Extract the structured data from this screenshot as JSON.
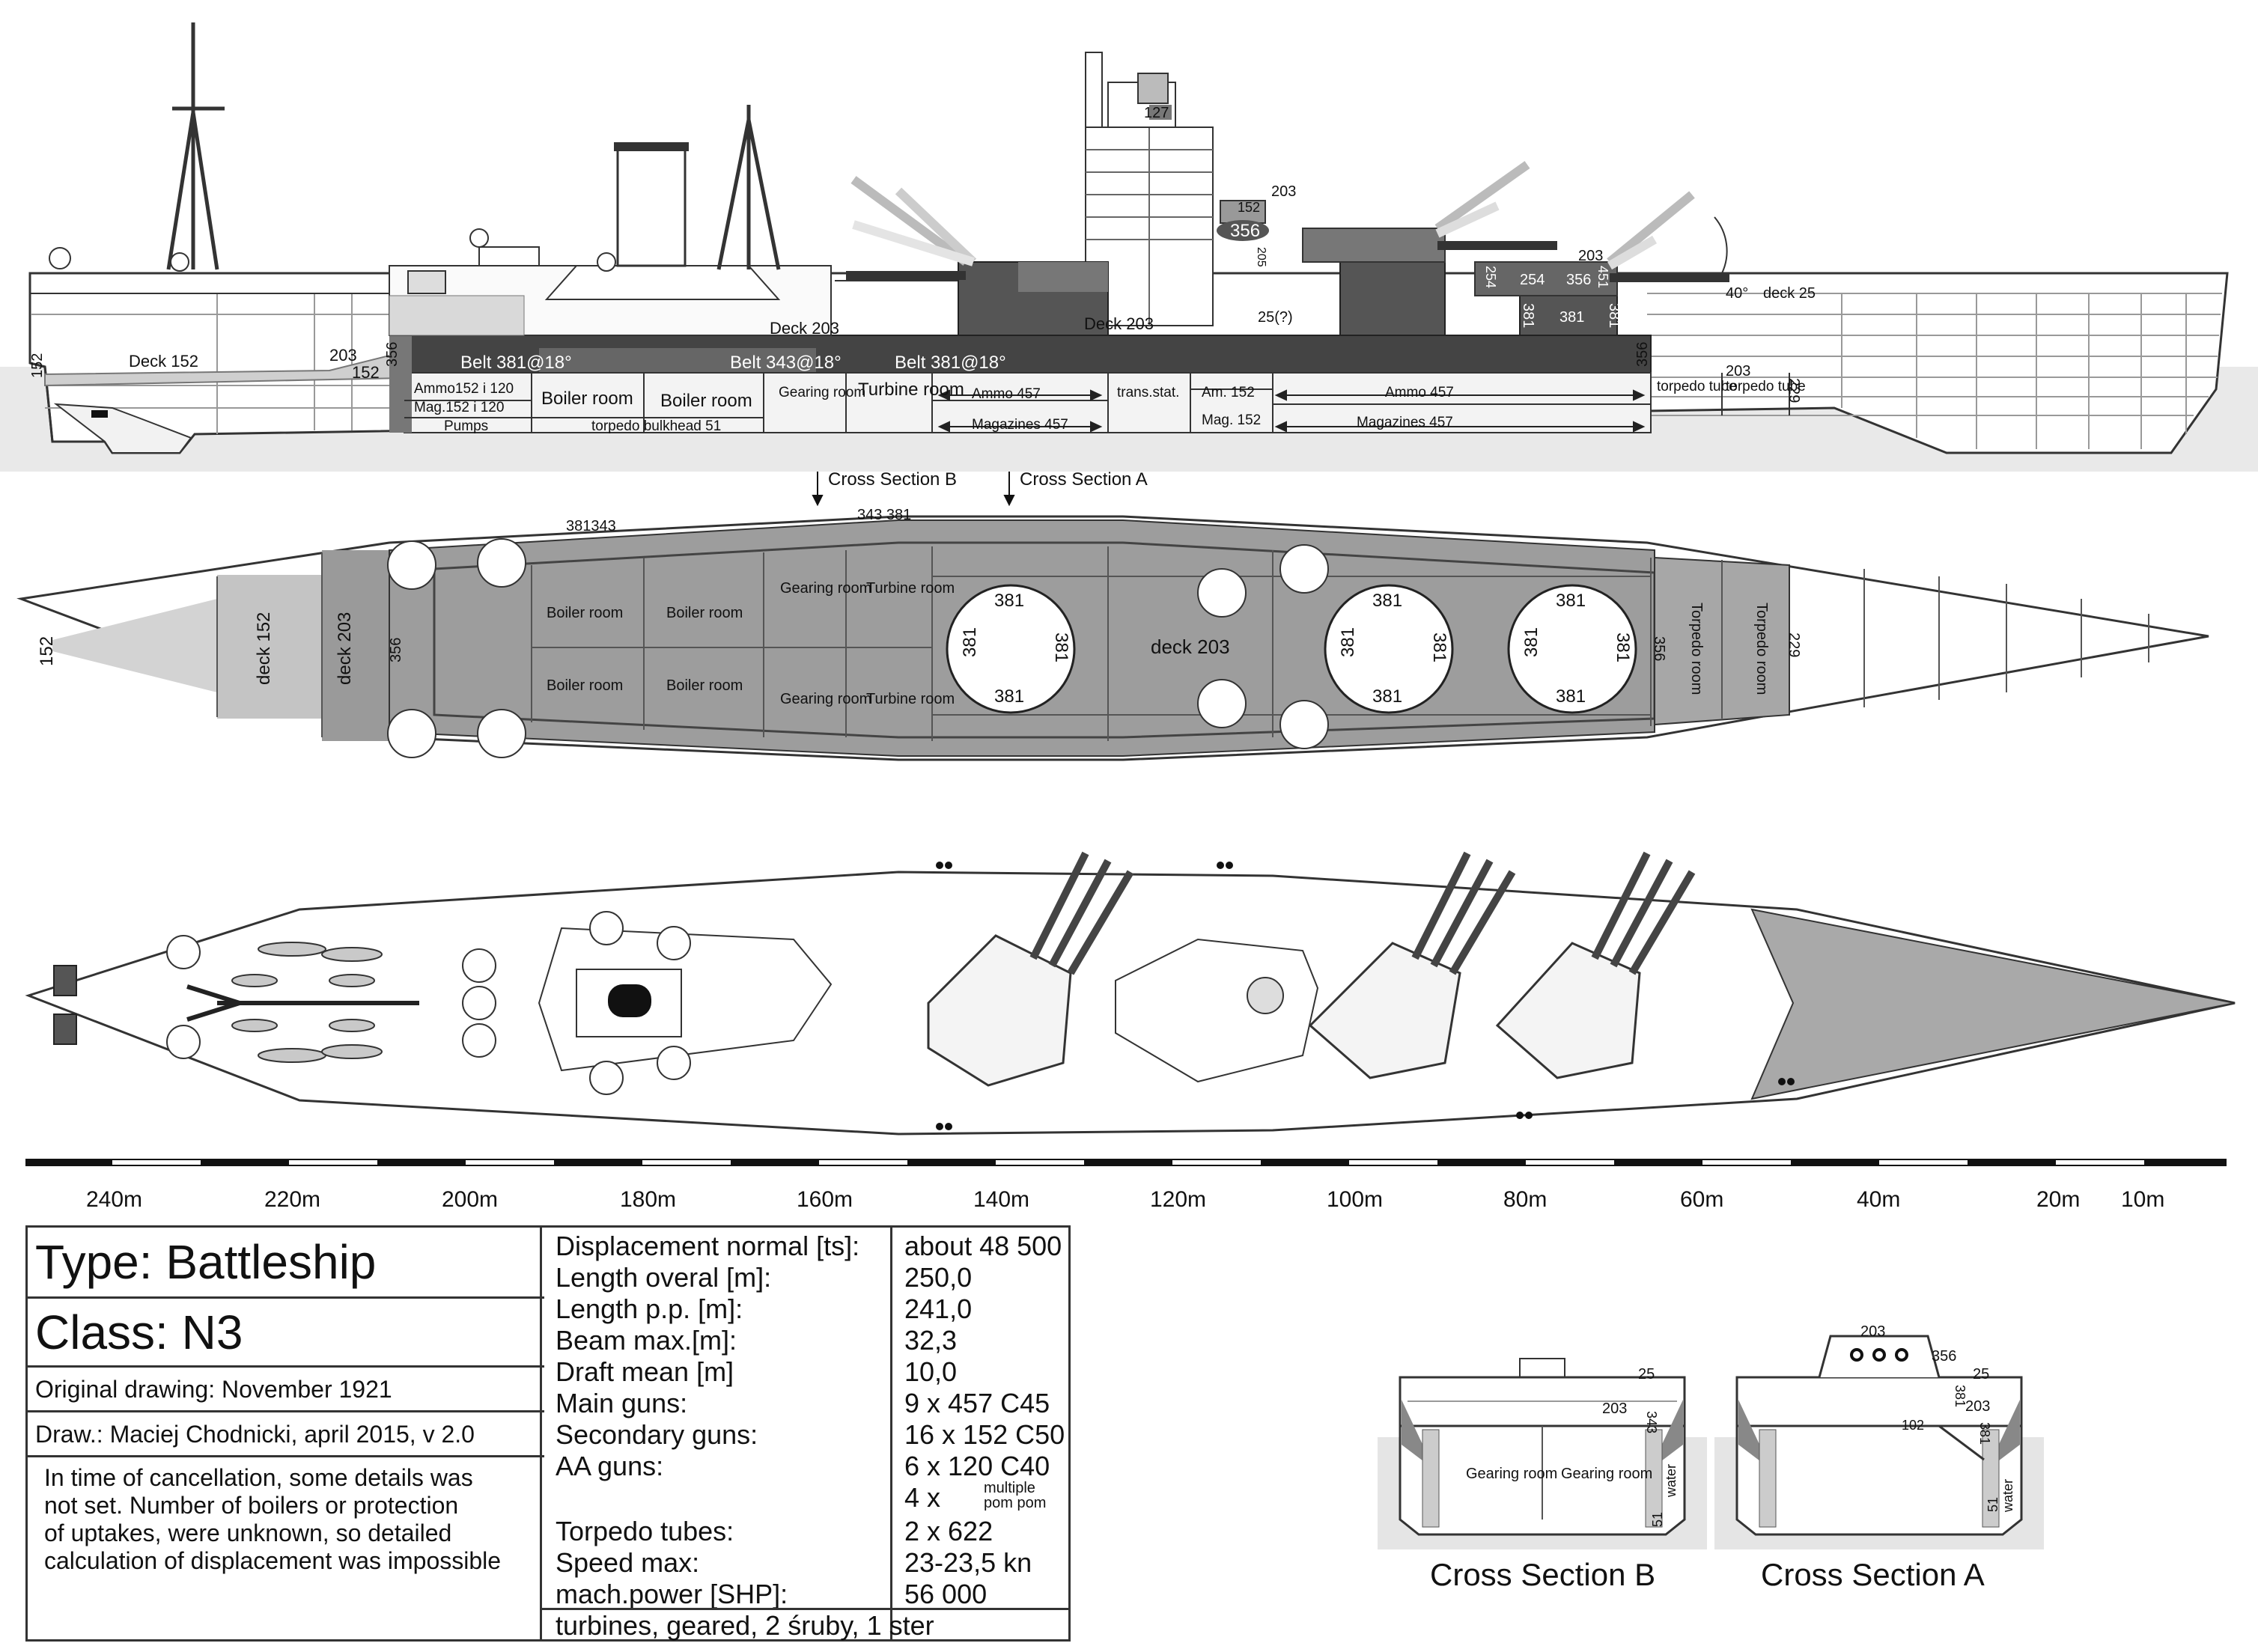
{
  "profile": {
    "belts": [
      "Belt 381@18°",
      "Belt 343@18°",
      "Belt 381@18°"
    ],
    "deck_labels": [
      "Deck 152",
      "Deck 203",
      "Deck 203",
      "deck 25"
    ],
    "armor_numbers": [
      "152",
      "203",
      "152",
      "356",
      "356",
      "127",
      "152",
      "356",
      "203",
      "205",
      "254",
      "254",
      "356",
      "451",
      "203",
      "381",
      "381",
      "381",
      "25(?)",
      "203",
      "229"
    ],
    "compartments": [
      "Ammo152 i 120",
      "Mag.152 i 120",
      "Pumps",
      "Boiler room",
      "Boiler room",
      "torpedo bulkhead 51",
      "Gearing room",
      "Turbine room",
      "Ammo 457",
      "Magazines  457",
      "trans.stat.",
      "Am. 152",
      "Mag. 152",
      "Ammo 457",
      "Magazines 457",
      "torpedo tube",
      "torpedo tube"
    ],
    "elevation": "40°",
    "cross_section_b": "Cross Section B",
    "cross_section_a": "Cross Section A"
  },
  "plan": {
    "armor_top": [
      "381343",
      "343 381"
    ],
    "labels": [
      "152",
      "deck 152",
      "deck 203",
      "356",
      "Boiler room",
      "Boiler room",
      "Boiler room",
      "Boiler room",
      "Gearing room",
      "Gearing room",
      "Turbine room",
      "Turbine room",
      "deck 203",
      "356",
      "Torpedo room",
      "Torpedo room",
      "229"
    ],
    "turret_armor": "381"
  },
  "scale": {
    "labels": [
      "240m",
      "220m",
      "200m",
      "180m",
      "160m",
      "140m",
      "120m",
      "100m",
      "80m",
      "60m",
      "40m",
      "20m",
      "10m"
    ]
  },
  "info": {
    "type": "Type: Battleship",
    "class": "Class: N3",
    "original": "Original drawing: November 1921",
    "draw": "Draw.: Maciej Chodnicki, april 2015, v 2.0",
    "note": [
      "In time of cancellation, some details was",
      "not set. Number of boilers or protection",
      "of uptakes, were unknown, so detailed",
      "calculation of displacement was impossible"
    ]
  },
  "specs": [
    {
      "k": "Displacement normal [ts]:",
      "v": "about 48 500"
    },
    {
      "k": "Length overal [m]:",
      "v": "250,0"
    },
    {
      "k": "Length  p.p. [m]:",
      "v": "241,0"
    },
    {
      "k": "Beam max.[m]:",
      "v": "32,3"
    },
    {
      "k": "Draft mean [m]",
      "v": "10,0"
    },
    {
      "k": "Main guns:",
      "v": "  9 x 457 C45"
    },
    {
      "k": "Secondary guns:",
      "v": "16 x 152 C50"
    },
    {
      "k": "AA guns:",
      "v": "  6 x 120 C40"
    },
    {
      "k": "",
      "v": "  4 x"
    },
    {
      "k": "Torpedo tubes:",
      "v": "  2 x 622"
    },
    {
      "k": "Speed max:",
      "v": "23-23,5 kn"
    },
    {
      "k": "mach.power [SHP]:",
      "v": "56 000"
    },
    {
      "k": "turbines, geared, 2 śruby, 1 ster",
      "v": ""
    }
  ],
  "pompom": [
    "multiple",
    "pom pom"
  ],
  "cross_sections": {
    "b": {
      "title": "Cross Section B",
      "labels": [
        "25",
        "203",
        "343",
        "Gearing room",
        "Gearing room",
        "51",
        "water"
      ]
    },
    "a": {
      "title": "Cross Section A",
      "labels": [
        "203",
        "356",
        "25",
        "381",
        "203",
        "102",
        "381",
        "51",
        "water"
      ]
    }
  }
}
